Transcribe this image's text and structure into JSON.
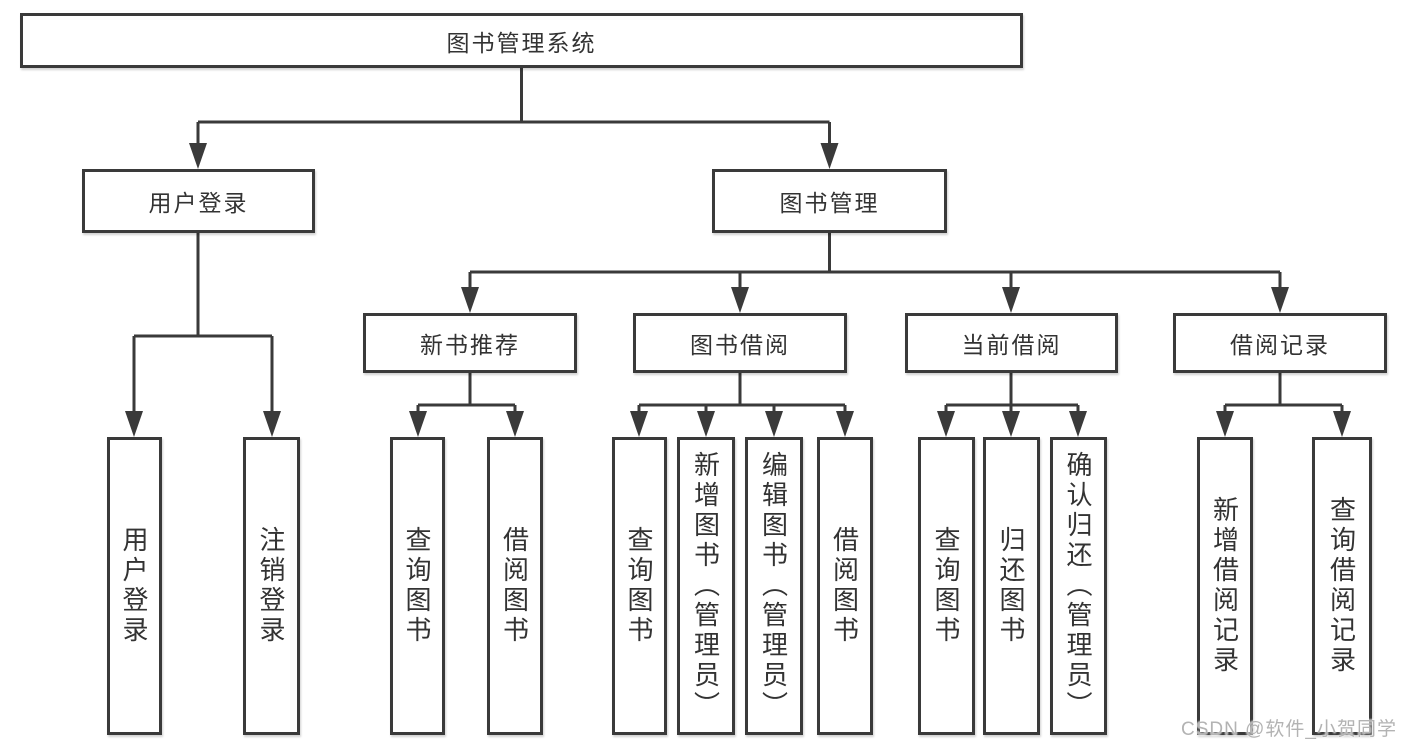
{
  "diagram": {
    "root": "图书管理系统",
    "user_login": {
      "label": "用户登录",
      "children": [
        "用户登录",
        "注销登录"
      ]
    },
    "book_management": {
      "label": "图书管理",
      "sections": [
        {
          "label": "新书推荐",
          "children": [
            "查询图书",
            "借阅图书"
          ]
        },
        {
          "label": "图书借阅",
          "children": [
            "查询图书",
            "新增图书（管理员）",
            "编辑图书（管理员）",
            "借阅图书"
          ]
        },
        {
          "label": "当前借阅",
          "children": [
            "查询图书",
            "归还图书",
            "确认归还（管理员）"
          ]
        },
        {
          "label": "借阅记录",
          "children": [
            "新增借阅记录",
            "查询借阅记录"
          ]
        }
      ]
    }
  },
  "watermark": "CSDN @软件_小贺同学",
  "colors": {
    "line": "#3a3a3a",
    "text": "#333333",
    "watermark": "#b3b3b3",
    "background": "#ffffff"
  }
}
